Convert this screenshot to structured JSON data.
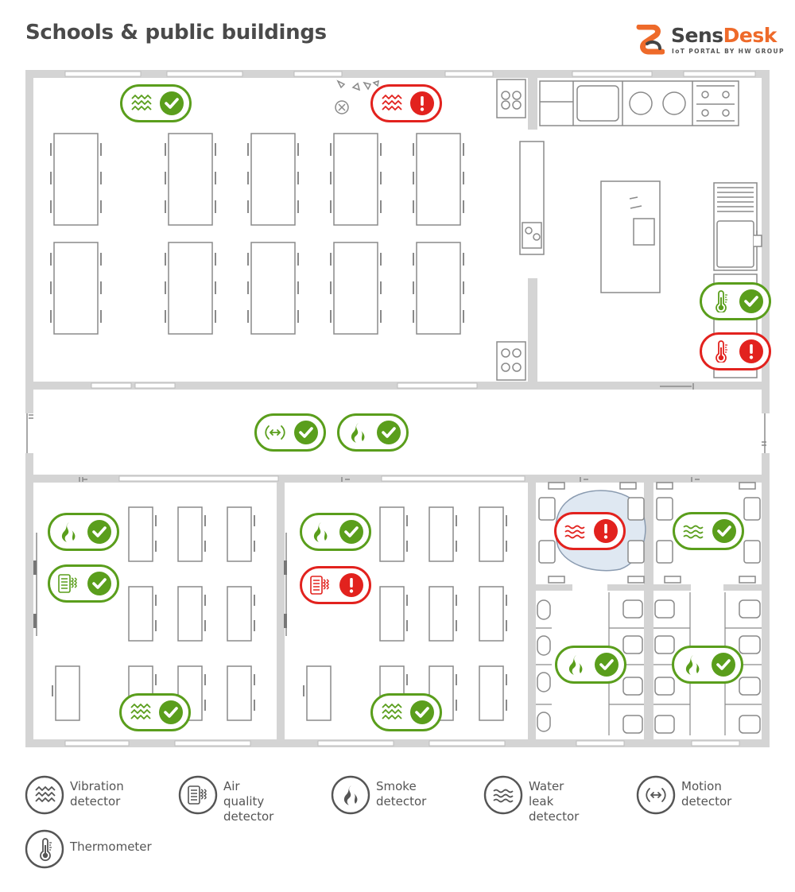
{
  "header": {
    "title": "Schools & public buildings",
    "logo_sens": "Sens",
    "logo_desk": "Desk",
    "logo_subtitle": "IoT PORTAL BY HW GROUP"
  },
  "colors": {
    "ok": "#5a9e1c",
    "alert": "#e2221e",
    "wall": "#d4d4d4",
    "furniture": "#8a8a8a",
    "text": "#555555",
    "brand_orange": "#ee6a2a"
  },
  "sensors": [
    {
      "type": "vibration",
      "icon": "vibration-icon",
      "status": "ok"
    },
    {
      "type": "vibration",
      "icon": "vibration-icon",
      "status": "alert"
    },
    {
      "type": "thermometer",
      "icon": "thermometer-icon",
      "status": "ok"
    },
    {
      "type": "thermometer",
      "icon": "thermometer-icon",
      "status": "alert"
    },
    {
      "type": "motion",
      "icon": "motion-icon",
      "status": "ok"
    },
    {
      "type": "smoke",
      "icon": "smoke-icon",
      "status": "ok"
    },
    {
      "type": "smoke",
      "icon": "smoke-icon",
      "status": "ok"
    },
    {
      "type": "air_quality",
      "icon": "air-quality-icon",
      "status": "ok"
    },
    {
      "type": "vibration",
      "icon": "vibration-icon",
      "status": "ok"
    },
    {
      "type": "smoke",
      "icon": "smoke-icon",
      "status": "ok"
    },
    {
      "type": "air_quality",
      "icon": "air-quality-icon",
      "status": "alert"
    },
    {
      "type": "vibration",
      "icon": "vibration-icon",
      "status": "ok"
    },
    {
      "type": "water_leak",
      "icon": "water-leak-icon",
      "status": "alert"
    },
    {
      "type": "water_leak",
      "icon": "water-leak-icon",
      "status": "ok"
    },
    {
      "type": "smoke",
      "icon": "smoke-icon",
      "status": "ok"
    },
    {
      "type": "smoke",
      "icon": "smoke-icon",
      "status": "ok"
    }
  ],
  "legend": [
    {
      "icon": "vibration-icon",
      "label": "Vibration\ndetector"
    },
    {
      "icon": "air-quality-icon",
      "label": "Air quality\ndetector"
    },
    {
      "icon": "smoke-icon",
      "label": "Smoke\ndetector"
    },
    {
      "icon": "water-leak-icon",
      "label": "Water leak\ndetector"
    },
    {
      "icon": "motion-icon",
      "label": "Motion\ndetector"
    },
    {
      "icon": "thermometer-icon",
      "label": "Thermometer"
    }
  ]
}
